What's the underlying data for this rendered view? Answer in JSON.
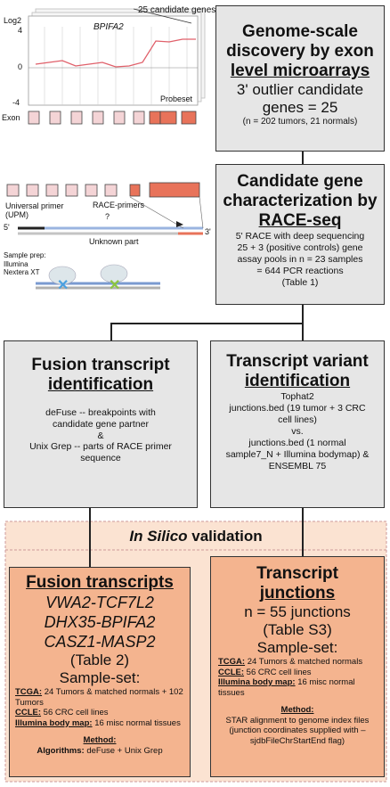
{
  "panel_exon_plot": {
    "candidate_label": "25 candidate genes",
    "gene_name": "BPIFA2",
    "y_axis_label": "Log2",
    "y_ticks": [
      "4",
      "0",
      "-4"
    ],
    "x_axis_label": "Probeset",
    "exon_label": "Exon"
  },
  "panel_race_diagram": {
    "upm_label": "Universal primer\n(UPM)",
    "race_primers_label": "RACE-primers",
    "question_mark": "?",
    "five_prime": "5'",
    "three_prime": "3'",
    "unknown_label": "Unknown part",
    "sample_prep_label": "Sample prep:\nIllumina\nNextera XT"
  },
  "box1": {
    "line1": "Genome-scale",
    "line2": "discovery by exon",
    "line3": "level microarrays",
    "line4": "3' outlier candidate",
    "line5": "genes = 25",
    "line6": "(n = 202 tumors, 21 normals)"
  },
  "box2": {
    "line1": "Candidate gene",
    "line2": "characterization by",
    "line3": "RACE-seq",
    "body": "5' RACE with deep sequencing\n25 + 3 (positive controls) gene\nassay pools in n = 23 samples\n= 644 PCR reactions\n(Table 1)"
  },
  "box3": {
    "line1": "Fusion transcript",
    "line2": "identification",
    "body1": "deFuse -- breakpoints with\ncandidate gene partner",
    "amp": "&",
    "body2": "Unix Grep -- parts of RACE primer\nsequence"
  },
  "box4": {
    "line1": "Transcript variant",
    "line2": "identification",
    "body": "Tophat2\njunctions.bed (19 tumor + 3 CRC\ncell lines)\nvs.\njunctions.bed (1 normal\nsample7_N + Illumina bodymap) &\nENSEMBL 75"
  },
  "validation": {
    "title_italic": "In Silico",
    "title_rest": " validation"
  },
  "box5": {
    "title": "Fusion transcripts",
    "genes": [
      "VWA2-TCF7L2",
      "DHX35-BPIFA2",
      "CASZ1-MASP2"
    ],
    "table_ref": "(Table 2)",
    "sample_set": "Sample-set:",
    "tcga_label": "TCGA:",
    "tcga_text": " 24 Tumors & matched normals + 102 Tumors",
    "ccle_label": "CCLE:",
    "ccle_text": " 56 CRC cell lines",
    "ibm_label": "Illumina body map:",
    "ibm_text": " 16 misc normal tissues",
    "method_label": "Method:",
    "algorithms_label": "Algorithms:",
    "algorithms_text": " deFuse + Unix Grep"
  },
  "box6": {
    "line1": "Transcript",
    "line2": "junctions",
    "count": "n = 55 junctions",
    "table_ref": "(Table S3)",
    "sample_set": "Sample-set:",
    "tcga_label": "TCGA:",
    "tcga_text": " 24 Tumors & matched normals",
    "ccle_label": "CCLE:",
    "ccle_text": " 56 CRC cell lines",
    "ibm_label": "Illumina body map:",
    "ibm_text": " 16 misc normal tissues",
    "method_label": "Method:",
    "method_text": "STAR alignment to genome index files (junction coordinates supplied with –sjdbFileChrStartEnd flag)"
  },
  "colors": {
    "box_grey": "#e6e6e6",
    "box_orange": "#f4b48f",
    "validation_bg": "#fbe3d2",
    "exon_light": "#f4d4d6",
    "exon_dark": "#e8735a",
    "trace_red": "#e0606a"
  }
}
